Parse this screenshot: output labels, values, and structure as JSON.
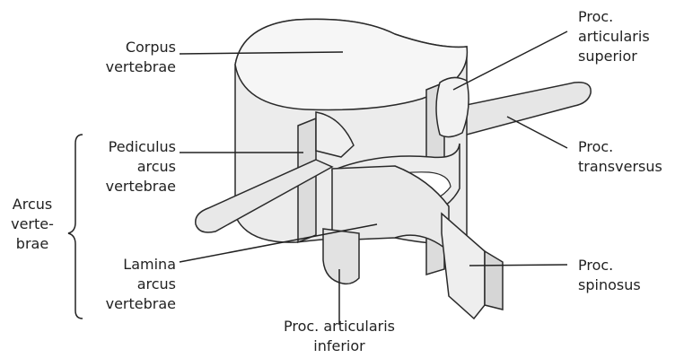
{
  "labels": {
    "corpus": [
      "Corpus",
      "vertebrae"
    ],
    "pediculus": [
      "Pediculus",
      "arcus",
      "vertebrae"
    ],
    "arcus": [
      "Arcus",
      "verte-",
      "brae"
    ],
    "lamina": [
      "Lamina",
      "arcus",
      "vertebrae"
    ],
    "articularis_inferior": [
      "Proc. articularis",
      "inferior"
    ],
    "articularis_superior": [
      "Proc.",
      "articularis",
      "superior"
    ],
    "transversus": [
      "Proc.",
      "transversus"
    ],
    "spinosus": [
      "Proc.",
      "spinosus"
    ]
  },
  "colors": {
    "fill_light": "#f3f3f3",
    "fill_mid": "#e4e4e4",
    "fill_dark": "#d2d2d2",
    "outline": "#2a2a2a",
    "leader": "#222222"
  }
}
